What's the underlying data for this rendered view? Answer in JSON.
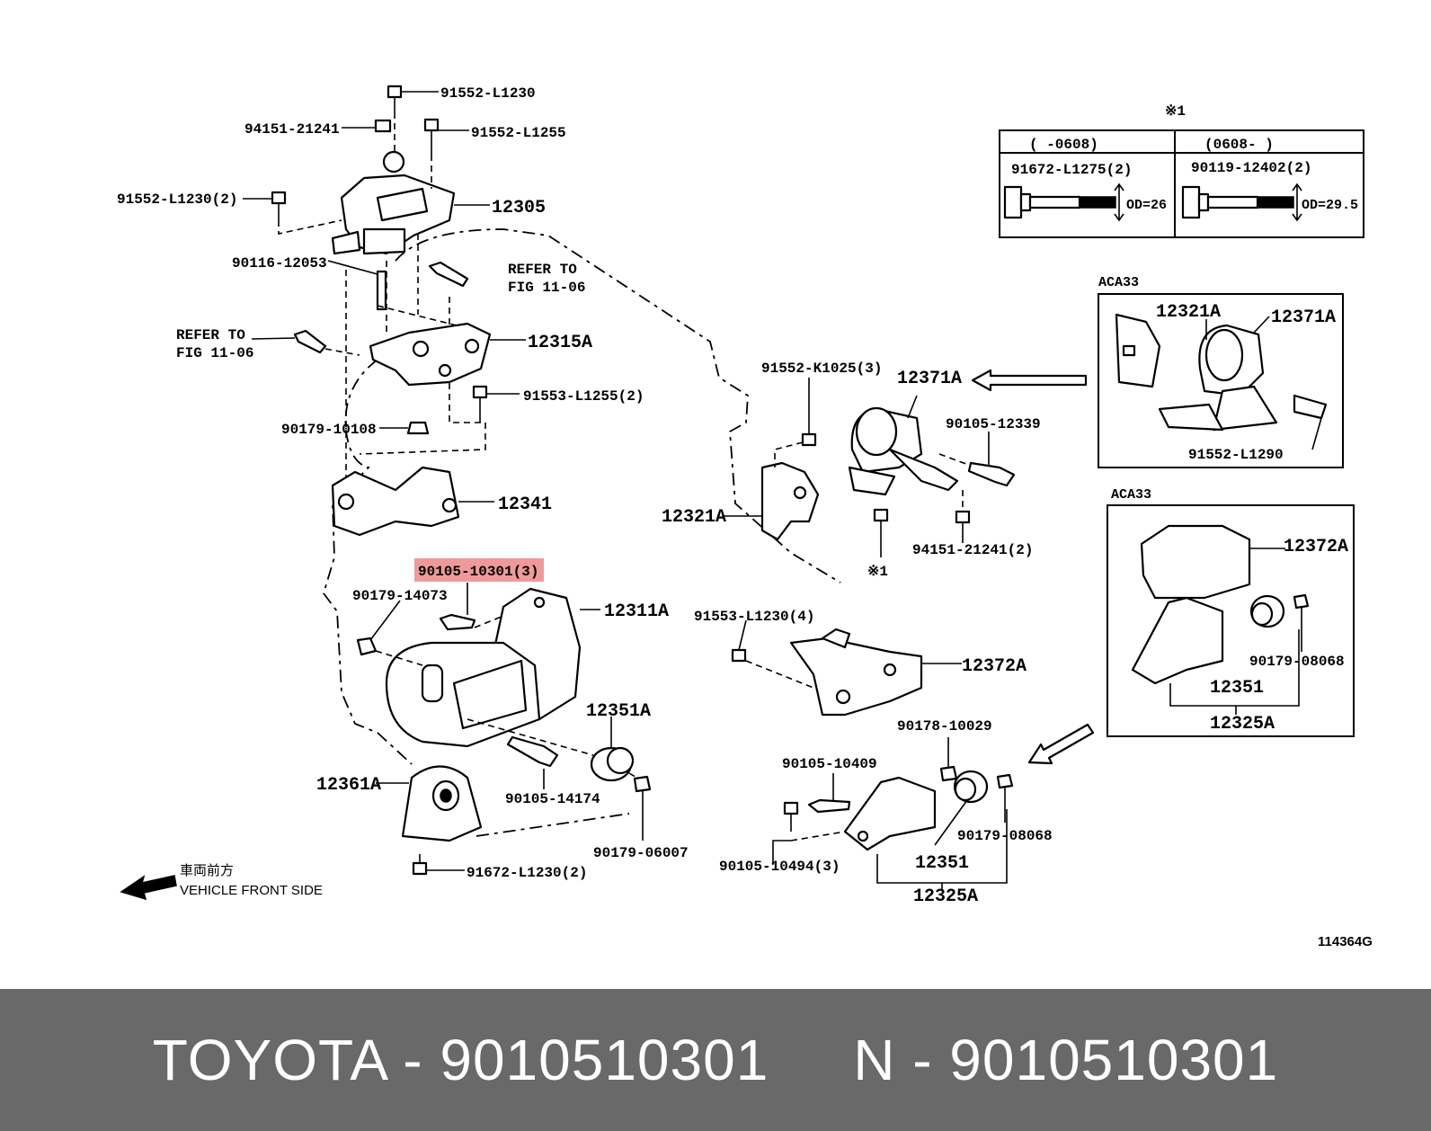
{
  "labels": {
    "p_91552_L1230": "91552-L1230",
    "p_94151_21241": "94151-21241",
    "p_91552_L1255": "91552-L1255",
    "p_91552_L1230_2": "91552-L1230(2)",
    "p_12305": "12305",
    "p_90116_12053": "90116-12053",
    "refer_to_a": "REFER TO",
    "fig_a": "FIG 11-06",
    "refer_to_b": "REFER TO",
    "fig_b": "FIG 11-06",
    "p_12315A": "12315A",
    "p_91553_L1255_2": "91553-L1255(2)",
    "p_90179_10108": "90179-10108",
    "p_12341": "12341",
    "p_90105_10301_3": "90105-10301(3)",
    "p_90179_14073": "90179-14073",
    "p_12311A": "12311A",
    "p_12351A": "12351A",
    "p_90105_14174": "90105-14174",
    "p_12361A": "12361A",
    "p_90179_06007": "90179-06007",
    "p_91672_L1230_2": "91672-L1230(2)",
    "front_jp": "車両前方",
    "front_en": "VEHICLE FRONT SIDE",
    "p_91552_K1025_3": "91552-K1025(3)",
    "p_12371A": "12371A",
    "p_90105_12339": "90105-12339",
    "p_12321A": "12321A",
    "p_94151_21241_2": "94151-21241(2)",
    "note_mark": "※1",
    "p_91553_L1230_4": "91553-L1230(4)",
    "p_12372A": "12372A",
    "p_90178_10029": "90178-10029",
    "p_90105_10409": "90105-10409",
    "p_90179_08068": "90179-08068",
    "p_90105_10494_3": "90105-10494(3)",
    "p_12351": "12351",
    "p_12325A": "12325A",
    "table_mark": "※1",
    "col_a_head": "(      -0608)",
    "col_b_head": "(0608-      )",
    "col_a_part": "91672-L1275(2)",
    "col_b_part": "90119-12402(2)",
    "col_a_od": "OD=26",
    "col_b_od": "OD=29.5",
    "inset1_title": "ACA33",
    "inset1_12321A": "12321A",
    "inset1_12371A": "12371A",
    "inset1_91552_L1290": "91552-L1290",
    "inset2_title": "ACA33",
    "inset2_12372A": "12372A",
    "inset2_90179_08068": "90179-08068",
    "inset2_12351": "12351",
    "inset2_12325A": "12325A",
    "fig_code": "114364G"
  },
  "footer": {
    "text": "TOYOTA - 9010510301     N - 9010510301"
  },
  "colors": {
    "highlight": "#ef9a9a",
    "footer_bg": "#696969",
    "footer_text": "#ffffff"
  }
}
